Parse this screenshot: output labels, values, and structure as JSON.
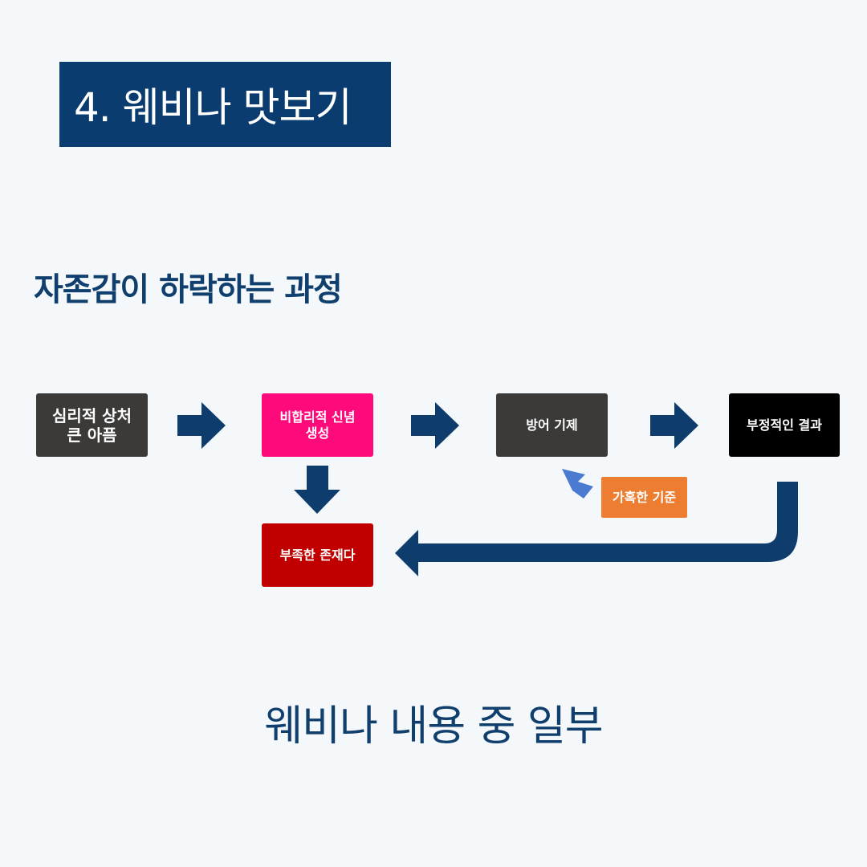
{
  "header": {
    "title": "4. 웨비나 맛보기"
  },
  "section": {
    "heading": "자존감이 하락하는 과정"
  },
  "diagram": {
    "nodes": {
      "hurt": "심리적 상처\n큰 아픔",
      "irrational_belief": "비합리적 신념\n생성",
      "defense": "방어 기제",
      "negative_result": "부정적인 결과",
      "inadequate": "부족한 존재다",
      "harsh_standard": "가혹한 기준"
    },
    "colors": {
      "navy_arrow": "#0e3d6d",
      "blue_arrow": "#4a7bd0",
      "dark_box": "#3b3a38",
      "pink_box": "#ff0a7a",
      "black_box": "#000000",
      "red_box": "#c00000",
      "orange_box": "#ed7d31"
    }
  },
  "footer": {
    "caption": "웨비나 내용 중 일부"
  }
}
